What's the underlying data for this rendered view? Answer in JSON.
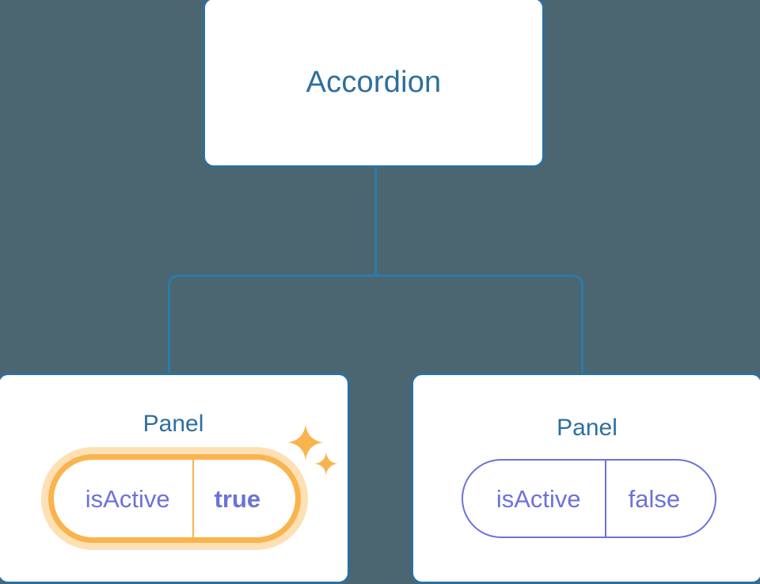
{
  "diagram": {
    "type": "component-tree",
    "background_color": "#4b6670",
    "node_border_color": "#2d6f9e",
    "node_text_color": "#2d6f9e",
    "connector_color": "#2d7aa8",
    "prop_text_color": "#6c72d8",
    "highlight_color": "#fab44e",
    "highlight_glow_color": "#fde0b4",
    "sparkle_color": "#fab44e"
  },
  "root": {
    "label": "Accordion"
  },
  "children": [
    {
      "label": "Panel",
      "highlighted": true,
      "prop": {
        "key": "isActive",
        "value": "true",
        "value_bold": true
      },
      "sparkles": [
        "sparkle-large",
        "sparkle-small"
      ]
    },
    {
      "label": "Panel",
      "highlighted": false,
      "prop": {
        "key": "isActive",
        "value": "false",
        "value_bold": false
      }
    }
  ]
}
